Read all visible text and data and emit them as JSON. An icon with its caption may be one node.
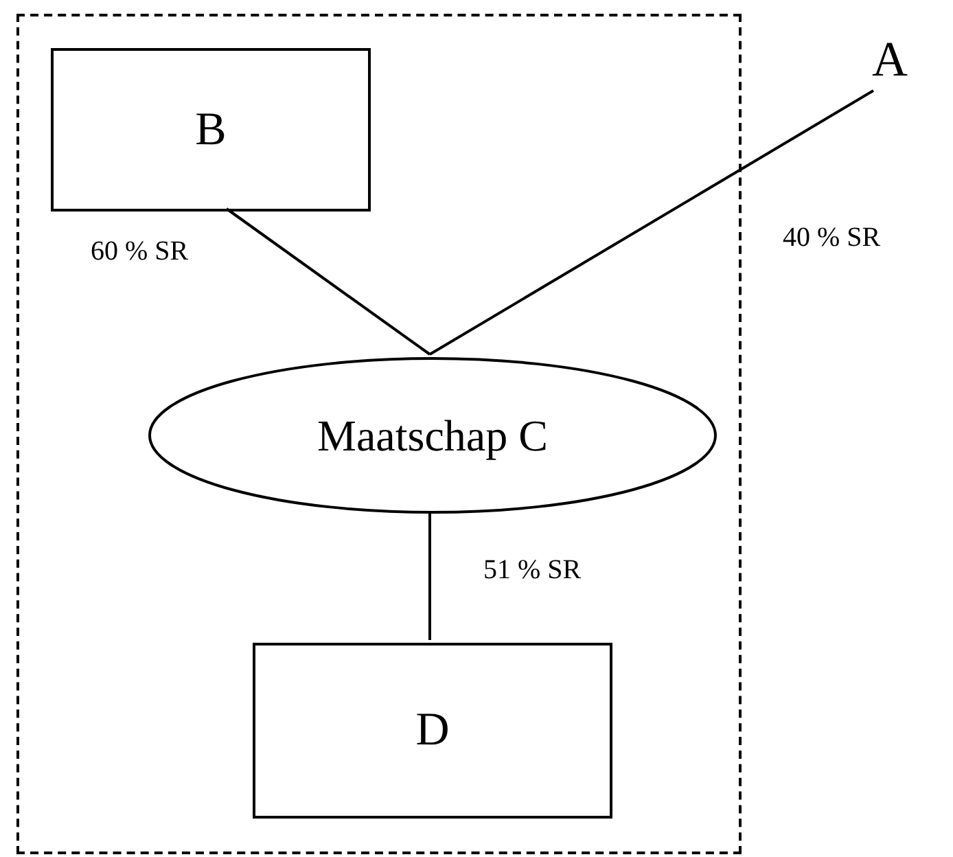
{
  "diagram": {
    "nodes": [
      {
        "text": [],
        "shape": "box"
      },
      {
        "text": [
          "B"
        ],
        "in": 0
      },
      {
        "text": [
          "A"
        ]
      },
      {
        "text": [
          "Maatschap C"
        ],
        "in": 0
      },
      {
        "text": [
          "D"
        ],
        "in": 0
      }
    ],
    "edges": [
      {
        "from": 1,
        "to": 3,
        "arrow": "none",
        "label": "60 % SR"
      },
      {
        "from": 2,
        "to": 3,
        "arrow": "none",
        "label": "40 % SR"
      },
      {
        "from": 3,
        "to": 4,
        "arrow": "none",
        "label": "51 % SR"
      }
    ]
  }
}
